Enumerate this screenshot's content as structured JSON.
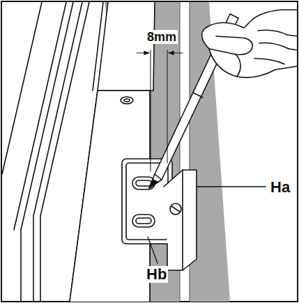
{
  "diagram": {
    "labels": [
      "8mm",
      "Ha",
      "Hb"
    ]
  }
}
